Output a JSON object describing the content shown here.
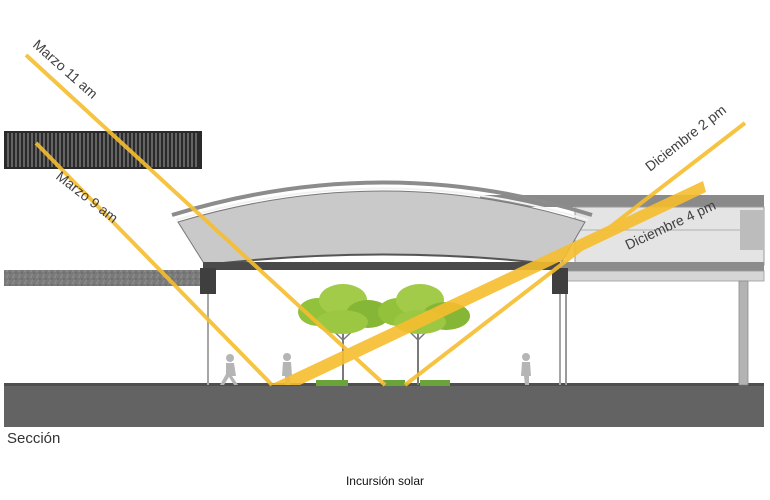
{
  "rays": [
    {
      "label": "Marzo 11 am",
      "time": "11 am",
      "month": "Marzo"
    },
    {
      "label": "Marzo 9 am",
      "time": "9 am",
      "month": "Marzo"
    },
    {
      "label": "Diciembre 2 pm",
      "time": "2 pm",
      "month": "Diciembre"
    },
    {
      "label": "Diciembre 4 pm",
      "time": "4 pm",
      "month": "Diciembre"
    }
  ],
  "section_label": "Sección",
  "caption": "Incursión solar",
  "colors": {
    "sun_ray": "#f6be2e",
    "roof_fill": "#c9c9c9",
    "ground": "#636363",
    "slab": "#7a7a7a",
    "tree": "#8fbf3a",
    "text": "#404040"
  }
}
